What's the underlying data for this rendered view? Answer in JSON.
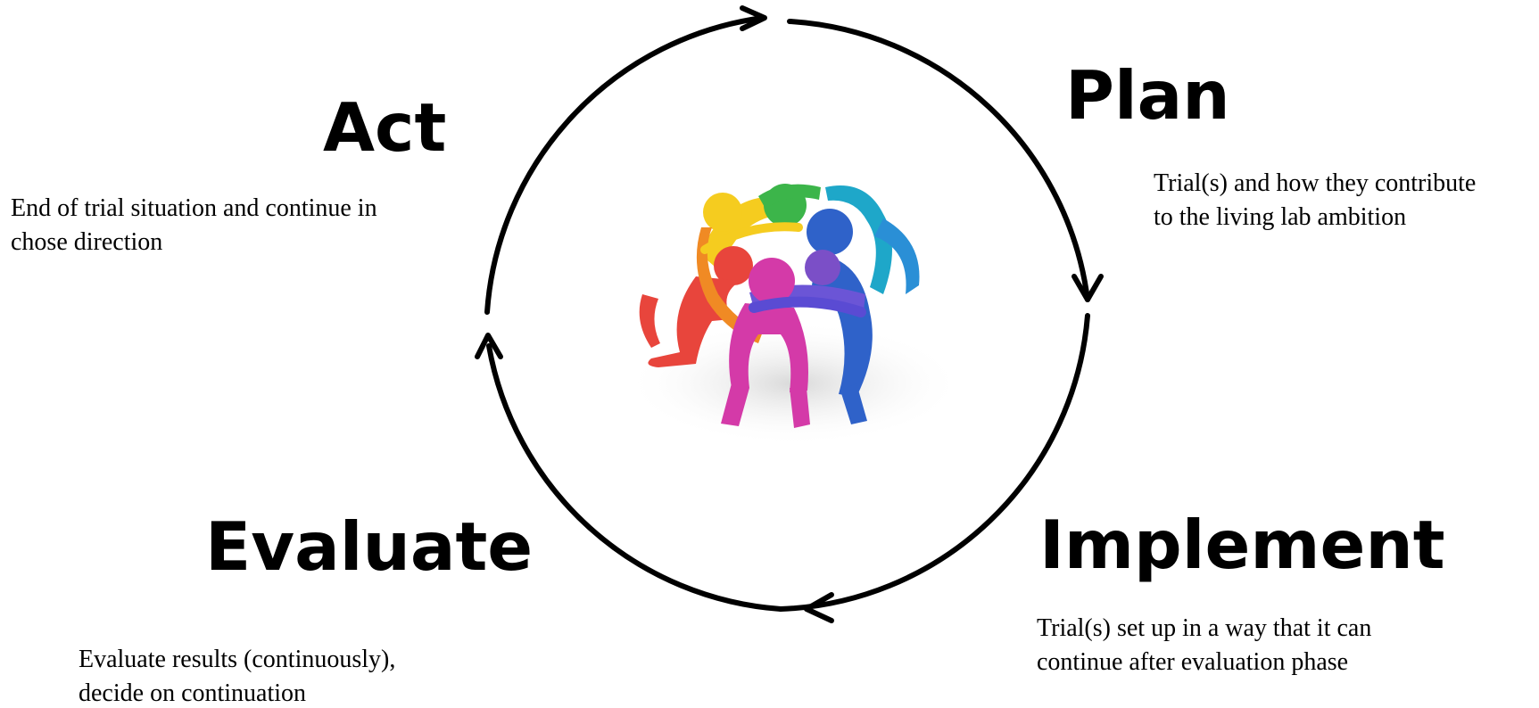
{
  "phases": {
    "plan": {
      "title": "Plan",
      "description": [
        "Trial(s) and how they contribute",
        "to the living  lab ambition"
      ]
    },
    "implement": {
      "title": "Implement",
      "description": [
        "Trial(s) set up in a way that it can",
        "continue after evaluation phase"
      ]
    },
    "evaluate": {
      "title": "Evaluate",
      "description": [
        "Evaluate results (continuously),",
        "decide on continuation"
      ]
    },
    "act": {
      "title": "Act",
      "description": [
        "End of trial situation and continue in",
        "chose direction"
      ]
    }
  },
  "colors": {
    "ink": "#000000",
    "background": "#ffffff",
    "figure_red": "#e8453c",
    "figure_orange": "#f08a24",
    "figure_yellow": "#f5cc1f",
    "figure_green": "#3cb54a",
    "figure_teal": "#1ea7c9",
    "figure_blue": "#2f62c9",
    "figure_purple": "#7b4fc7",
    "figure_magenta": "#d43aa8"
  }
}
